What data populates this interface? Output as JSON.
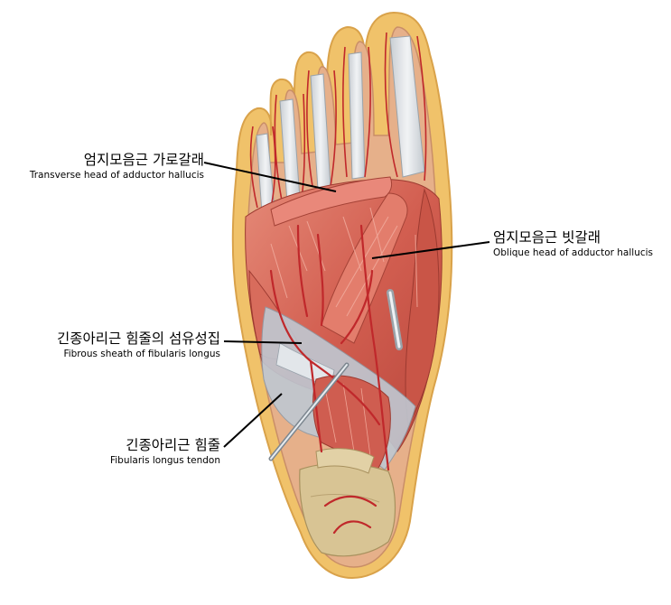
{
  "labels": {
    "transverse_head": {
      "ko": "엄지모음근 가로갈래",
      "en": "Transverse head of adductor hallucis"
    },
    "oblique_head": {
      "ko": "엄지모음근 빗갈래",
      "en": "Oblique head of adductor hallucis"
    },
    "fibrous_sheath": {
      "ko": "긴종아리근 힘줄의 섬유성집",
      "en": "Fibrous sheath of fibularis longus"
    },
    "fibularis_tendon": {
      "ko": "긴종아리근 힘줄",
      "en": "Fibularis longus tendon"
    }
  },
  "colors": {
    "skin": "#e9b98a",
    "fat": "#f3d27a",
    "muscle": "#d9695a",
    "muscle_light": "#e8998a",
    "tendon": "#dfe3e6",
    "vessel": "#c0282b",
    "bone": "#d9c79a"
  }
}
